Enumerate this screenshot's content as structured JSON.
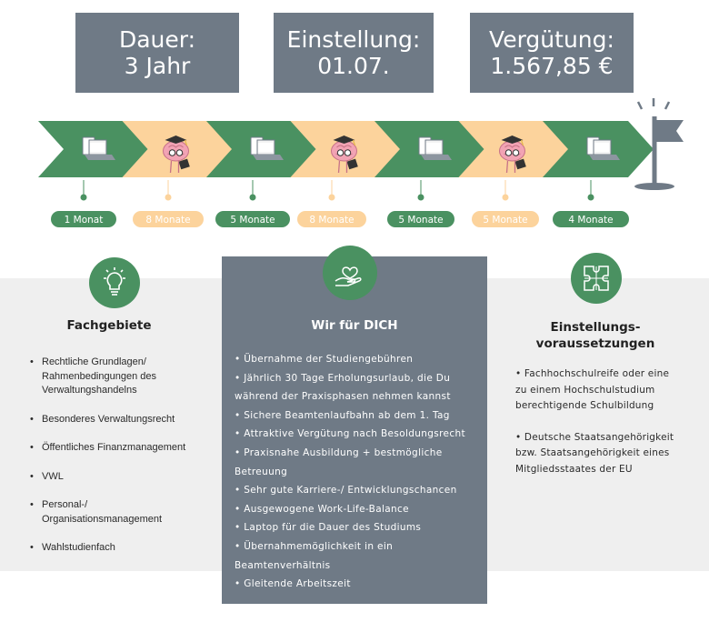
{
  "header": {
    "dauer": {
      "label": "Dauer:",
      "value": "3 Jahr"
    },
    "einstellung": {
      "label": "Einstellung:",
      "value": "01.07."
    },
    "verguetung": {
      "label": "Vergütung:",
      "value": "1.567,85 €"
    }
  },
  "timeline": {
    "phases": [
      {
        "type": "praxis",
        "icon": "laptop-icon",
        "duration": "1 Monat"
      },
      {
        "type": "studium",
        "icon": "brain-graduate-icon",
        "duration": "8 Monate"
      },
      {
        "type": "praxis",
        "icon": "laptop-icon",
        "duration": "5 Monate"
      },
      {
        "type": "studium",
        "icon": "brain-graduate-icon",
        "duration": "8 Monate"
      },
      {
        "type": "praxis",
        "icon": "laptop-icon",
        "duration": "5 Monate"
      },
      {
        "type": "studium",
        "icon": "brain-graduate-icon",
        "duration": "5 Monate"
      },
      {
        "type": "praxis",
        "icon": "laptop-icon",
        "duration": "4 Monate"
      }
    ],
    "end_icon": "finish-flag-icon"
  },
  "colors": {
    "green": "#4a9161",
    "orange": "#fcd39c",
    "slate": "#6f7a86",
    "band": "#efefef"
  },
  "fachgebiete": {
    "icon": "lightbulb-icon",
    "title": "Fachgebiete",
    "items": [
      "Rechtliche Grundlagen/ Rahmenbedingungen des Verwaltungshandelns",
      "Besonderes Verwaltungsrecht",
      "Öffentliches Finanzmanagement",
      "VWL",
      "Personal-/ Organisationsmanagement",
      "Wahlstudienfach"
    ]
  },
  "wir": {
    "icon": "heart-hand-icon",
    "title": "Wir für DICH",
    "items": [
      "• Übernahme der Studiengebühren",
      "• Jährlich 30 Tage Erholungsurlaub, die Du",
      "  während der Praxisphasen nehmen kannst",
      "• Sichere Beamtenlaufbahn ab dem 1. Tag",
      "• Attraktive Vergütung nach Besoldungsrecht",
      "• Praxisnahe Ausbildung + bestmögliche",
      "  Betreuung",
      "• Sehr gute Karriere-/ Entwicklungschancen",
      "• Ausgewogene Work-Life-Balance",
      "• Laptop für die Dauer des Studiums",
      "• Übernahmemöglichkeit in ein",
      "  Beamtenverhältnis",
      "• Gleitende Arbeitszeit"
    ]
  },
  "einstellung": {
    "icon": "puzzle-icon",
    "title_line1": "Einstellungs-",
    "title_line2": "voraussetzungen",
    "items": [
      "• Fachhochschulreife oder eine zu einem Hochschulstudium berechtigende Schulbildung",
      "• Deutsche Staatsangehörigkeit bzw. Staatsangehörigkeit eines Mitgliedsstaates der EU"
    ]
  }
}
